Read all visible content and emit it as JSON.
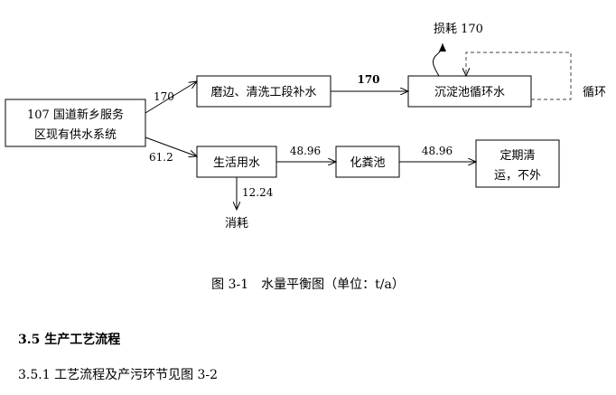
{
  "diagram": {
    "nodes": {
      "source": [
        "107 国道新乡服务",
        "区现有供水系统"
      ],
      "polish": "磨边、清洗工段补水",
      "sediment": "沉淀池循环水",
      "domestic": "生活用水",
      "septic": "化粪池",
      "cleanup": [
        "定期清",
        "运，不外"
      ]
    },
    "flows": {
      "to_polish": "170",
      "polish_to_sediment": "170",
      "to_domestic": "61.2",
      "domestic_to_septic": "48.96",
      "septic_to_cleanup": "48.96",
      "domestic_loss": "12.24"
    },
    "labels": {
      "loss_top": "损耗 170",
      "loss_bottom": "消耗",
      "recycle": "循环"
    }
  },
  "caption": "图 3-1　水量平衡图（单位：t/a）",
  "heading": "3.5 生产工艺流程",
  "subheading": "3.5.1 工艺流程及产污环节见图 3-2"
}
